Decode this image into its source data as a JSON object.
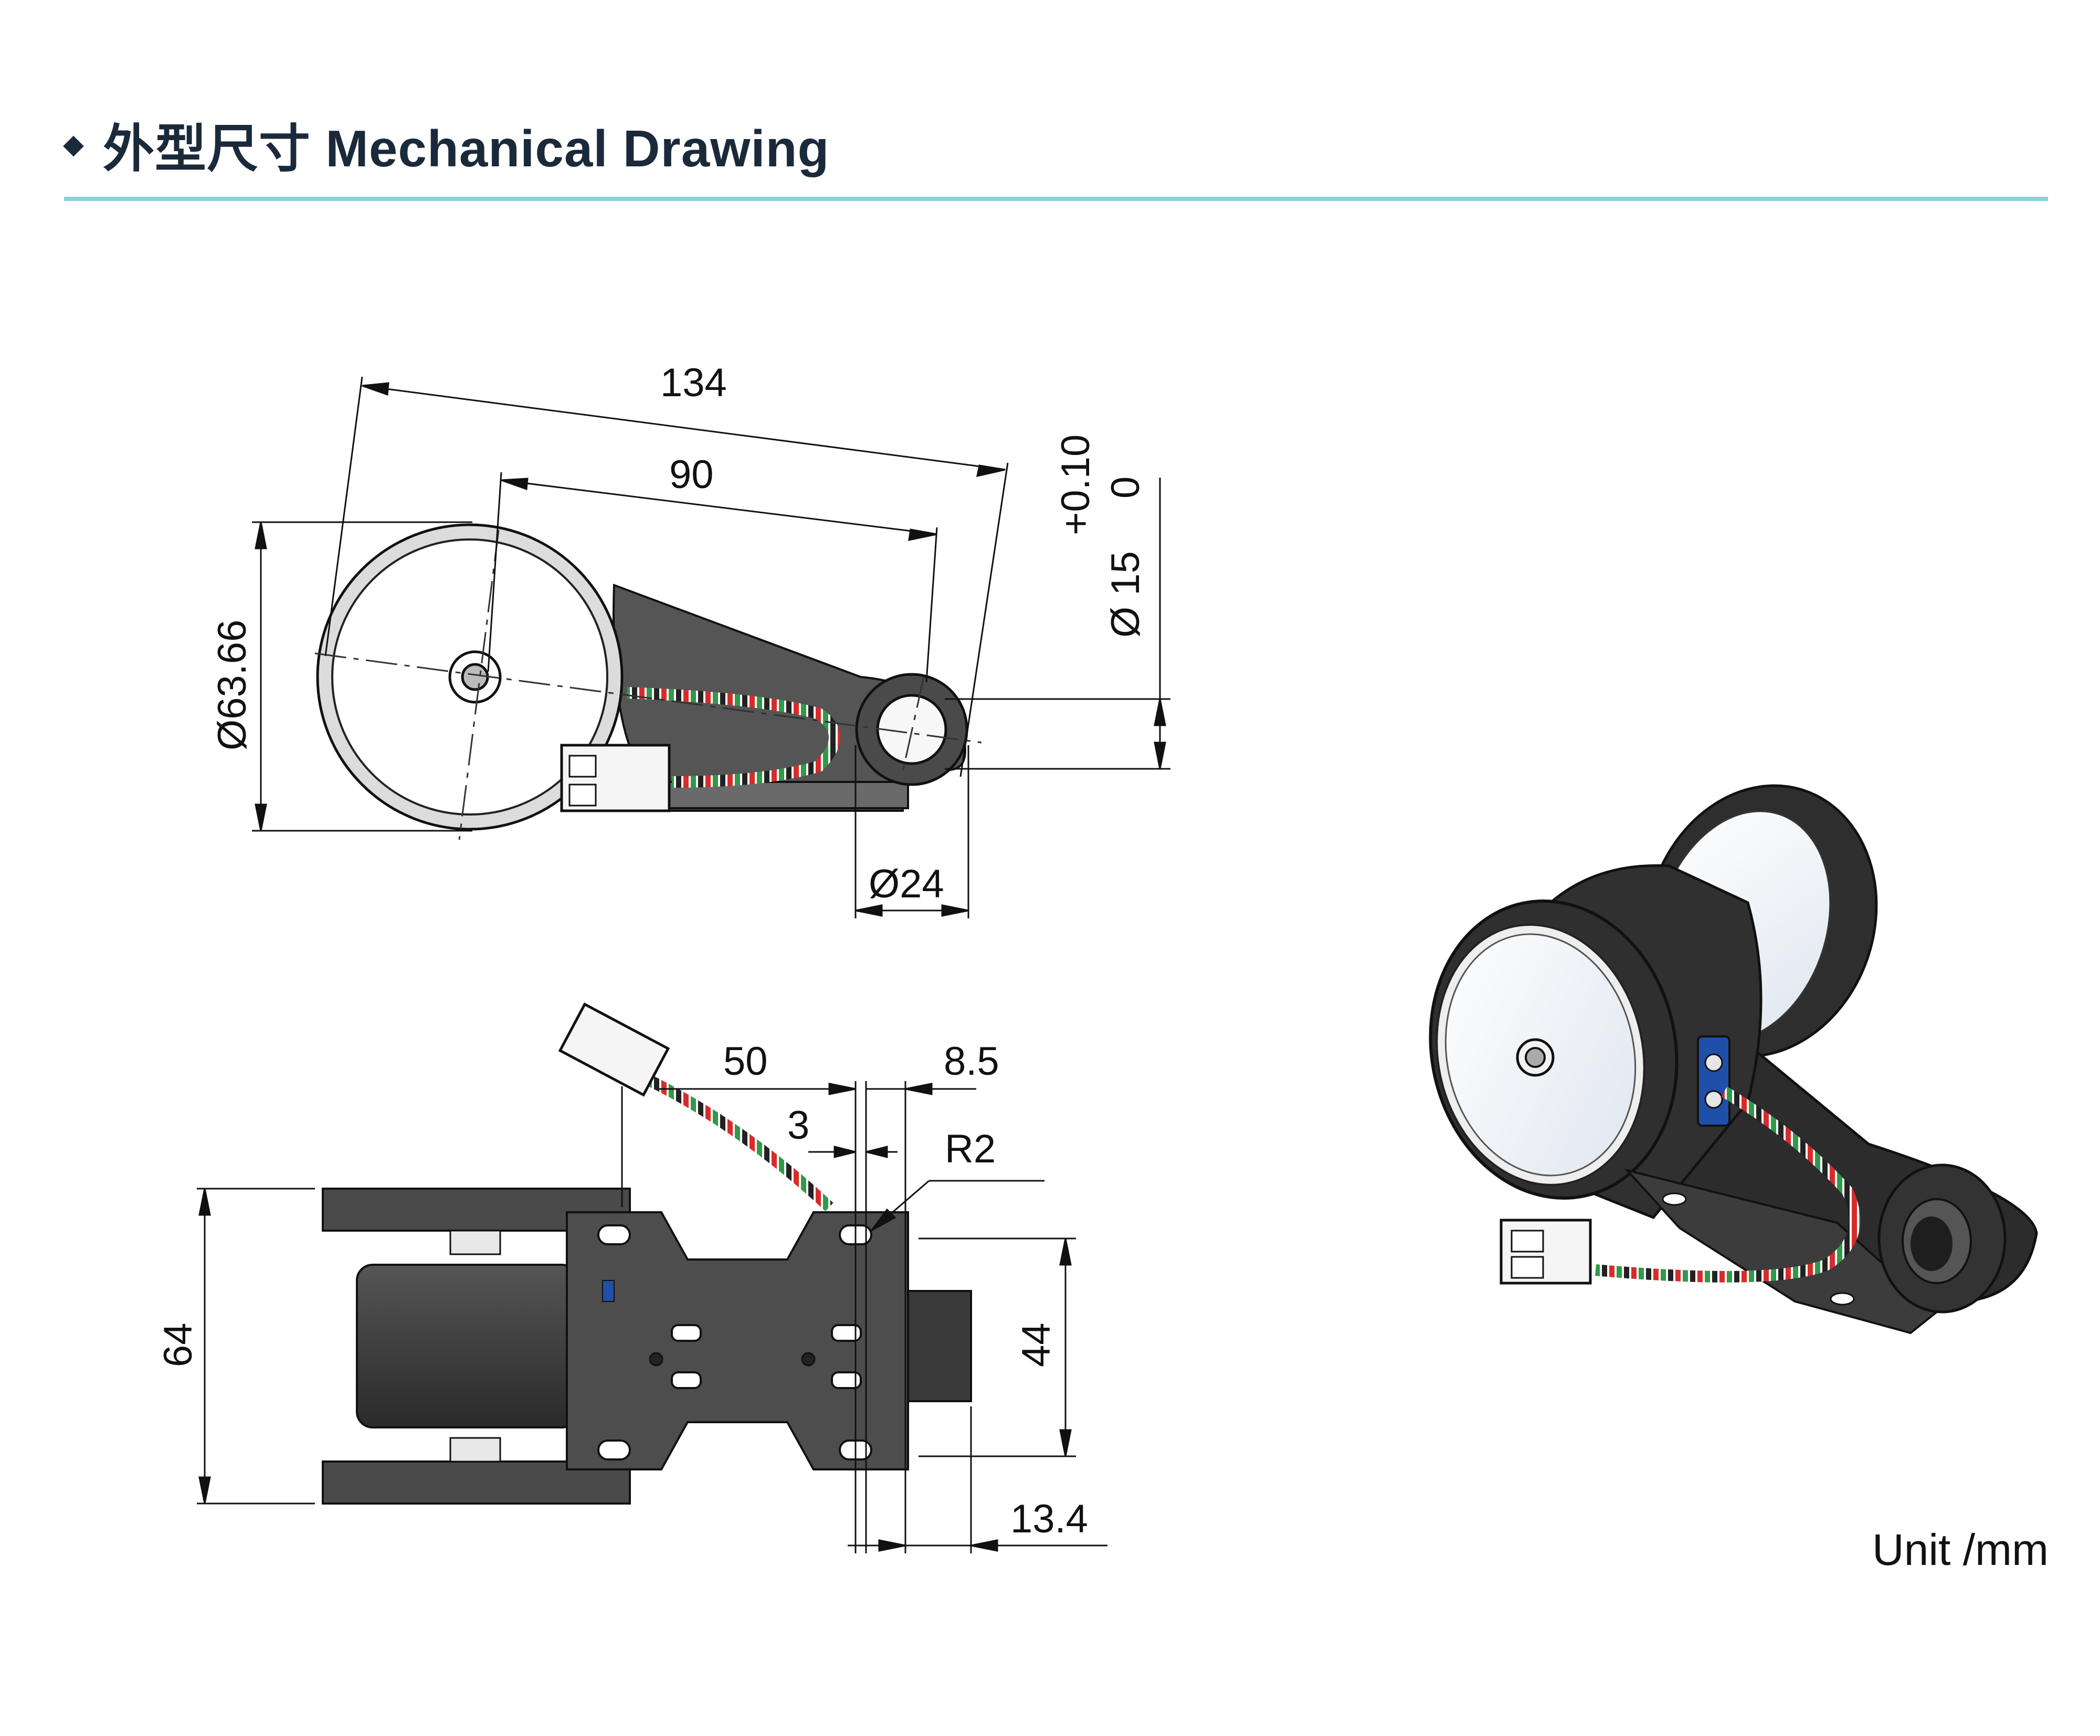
{
  "header": {
    "bullet": "◆",
    "title": "外型尺寸 Mechanical Drawing"
  },
  "side_view": {
    "dim_overall": "134",
    "dim_center": "90",
    "dim_wheel_dia": "Ø63.66",
    "dim_shaft_bore": "Ø 15",
    "tol_upper": "+0.10",
    "tol_lower": "0",
    "dim_boss_dia": "Ø24"
  },
  "top_view": {
    "dim_50": "50",
    "dim_8_5": "8.5",
    "dim_3": "3",
    "dim_r2": "R2",
    "dim_64": "64",
    "dim_44": "44",
    "dim_13_4": "13.4"
  },
  "unit_label": "Unit /mm",
  "colors": {
    "title": "#1b2a3a",
    "rule": "#8ecfdd",
    "body": "#3b3b3b",
    "wheel_face": "#f1f3f6",
    "cable_red": "#d62c2c",
    "cable_green": "#2f9a4a",
    "clamp_blue": "#1f4fa8"
  }
}
